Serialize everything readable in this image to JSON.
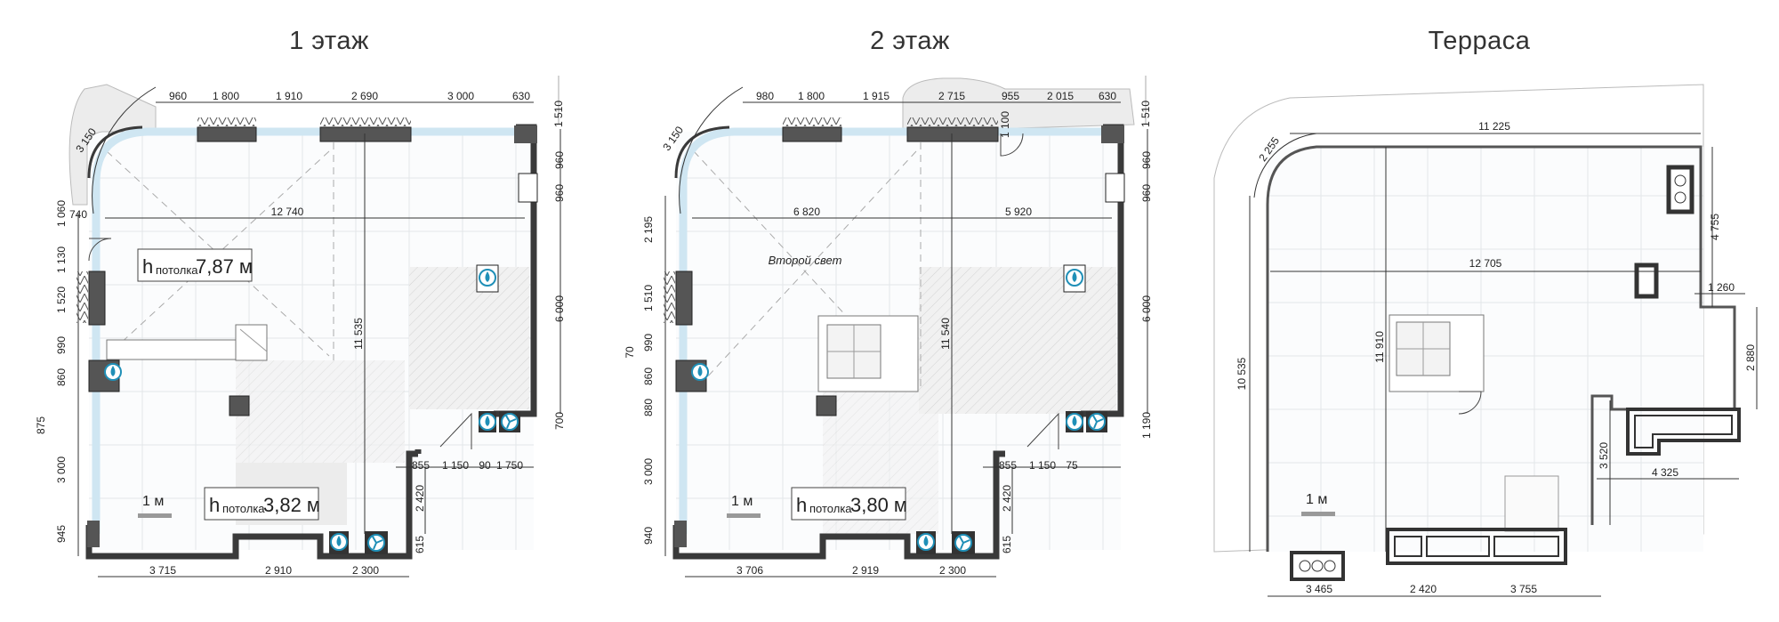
{
  "floors": [
    {
      "title": "1 этаж",
      "top_dims": [
        "960",
        "1 800",
        "1 910",
        "2 690",
        "3 000",
        "630"
      ],
      "top_right_dim": "1 510",
      "right_dims": [
        "960",
        "960",
        "6 000",
        "700"
      ],
      "left_dims": [
        "3 150",
        "1 060",
        "1 130",
        "1 520",
        "990",
        "860",
        "3 000",
        "945"
      ],
      "left_extra": [
        "740",
        "875"
      ],
      "inner_width": "12 740",
      "inner_height": "11 535",
      "bottom_dims": [
        "3 715",
        "2 910",
        "2 300"
      ],
      "step_dims": [
        "855",
        "1 150",
        "90",
        "1 750",
        "2 420",
        "615"
      ],
      "ceiling_high": {
        "h": "h",
        "sub": "потолка",
        "value": "7,87 м"
      },
      "ceiling_low": {
        "h": "h",
        "sub": "потолка",
        "value": "3,82 м"
      },
      "scale": "1 м"
    },
    {
      "title": "2 этаж",
      "top_dims": [
        "980",
        "1 800",
        "1 915",
        "2 715",
        "955",
        "2 015",
        "630"
      ],
      "top_right_dim": "1 510",
      "right_dims": [
        "960",
        "960",
        "6 000",
        "1 190"
      ],
      "left_dims": [
        "3 150",
        "2 195",
        "1 510",
        "990",
        "860",
        "880",
        "3 000",
        "940"
      ],
      "left_extra": [
        "70"
      ],
      "inner_split": [
        "6 820",
        "5 920"
      ],
      "inner_height": "11 540",
      "opening_label": "Второй свет",
      "door_dim": "1 100",
      "bottom_dims": [
        "3 706",
        "2 919",
        "2 300"
      ],
      "step_dims": [
        "855",
        "1 150",
        "75",
        "2 420",
        "615"
      ],
      "ceiling_low": {
        "h": "h",
        "sub": "потолка",
        "value": "3,80 м"
      },
      "scale": "1 м"
    },
    {
      "title": "Терраса",
      "top_dim": "11 225",
      "corner_dim": "2 255",
      "inner_width": "12 705",
      "inner_height": "11 910",
      "left_dim": "10 535",
      "right_dims": [
        "4 755",
        "1 260",
        "2 880",
        "3 520",
        "4 325"
      ],
      "bottom_dims": [
        "3 465",
        "2 420",
        "3 755"
      ],
      "scale": "1 м"
    }
  ],
  "colors": {
    "wall": "#3a3a3a",
    "glazing": "#cfe6f2",
    "grid": "#e3e6e9",
    "stair_hatch": "#e9e9e9",
    "icon": "#1f8fb7"
  }
}
